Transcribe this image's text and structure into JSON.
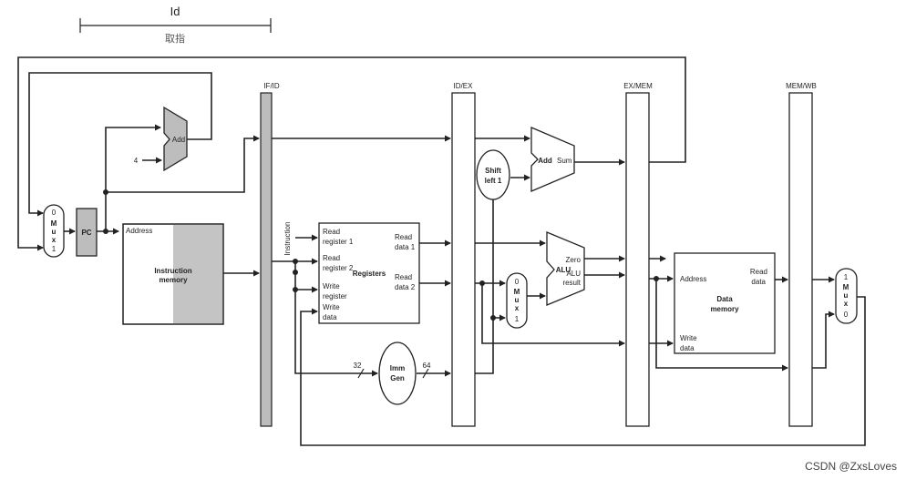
{
  "header": {
    "stage": "Id",
    "stage_cn": "取指"
  },
  "pipeline_registers": [
    "IF/ID",
    "ID/EX",
    "EX/MEM",
    "MEM/WB"
  ],
  "pc": {
    "label": "PC"
  },
  "const_four": "4",
  "adder_if": {
    "label": "Add"
  },
  "mux_pc": {
    "top": "0",
    "m": "M",
    "u": "u",
    "x": "x",
    "bottom": "1"
  },
  "instruction_memory": {
    "address": "Address",
    "name1": "Instruction",
    "name2": "memory"
  },
  "instruction_label": "Instruction",
  "registers": {
    "name": "Registers",
    "read_reg1": [
      "Read",
      "register 1"
    ],
    "read_reg2": [
      "Read",
      "register 2"
    ],
    "write_reg": [
      "Write",
      "register"
    ],
    "write_data": [
      "Write",
      "data"
    ],
    "read_data1": [
      "Read",
      "data 1"
    ],
    "read_data2": [
      "Read",
      "data 2"
    ]
  },
  "imm_gen": {
    "line1": "Imm",
    "line2": "Gen",
    "in_bits": "32",
    "out_bits": "64"
  },
  "shift": {
    "line1": "Shift",
    "line2": "left 1"
  },
  "adder_ex": {
    "label": "Add",
    "sum": "Sum"
  },
  "mux_alu": {
    "top": "0",
    "m": "M",
    "u": "u",
    "x": "x",
    "bottom": "1"
  },
  "alu": {
    "label": "ALU",
    "zero": "Zero",
    "result1": "ALU",
    "result2": "result"
  },
  "data_memory": {
    "address": "Address",
    "read1": "Read",
    "read2": "data",
    "name1": "Data",
    "name2": "memory",
    "write1": "Write",
    "write2": "data"
  },
  "mux_wb": {
    "top": "1",
    "m": "M",
    "u": "u",
    "x": "x",
    "bottom": "0"
  },
  "watermark": "CSDN @ZxsLoves"
}
